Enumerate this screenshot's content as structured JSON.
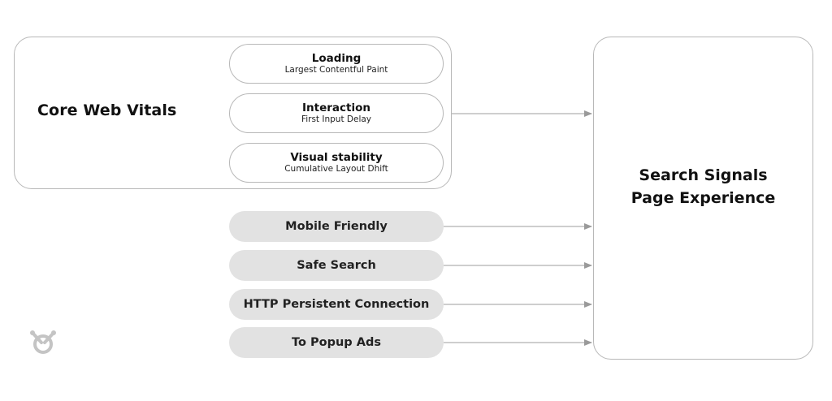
{
  "core_web_vitals": {
    "title": "Core Web Vitals",
    "metrics": [
      {
        "name": "Loading",
        "sub": "Largest Contentful Paint"
      },
      {
        "name": "Interaction",
        "sub": "First Input Delay"
      },
      {
        "name": "Visual stability",
        "sub": "Cumulative Layout Dhift"
      }
    ]
  },
  "signals": [
    "Mobile Friendly",
    "Safe Search",
    "HTTP Persistent Connection",
    "To Popup Ads"
  ],
  "target": {
    "line1": "Search Signals",
    "line2": "Page Experience"
  },
  "colors": {
    "pill_fill": "#e2e2e2",
    "border": "#b8b8b8",
    "arrow": "#9a9a9a",
    "logo": "#c4c4c4"
  },
  "logo": {
    "icon": "brand-mark-icon"
  }
}
